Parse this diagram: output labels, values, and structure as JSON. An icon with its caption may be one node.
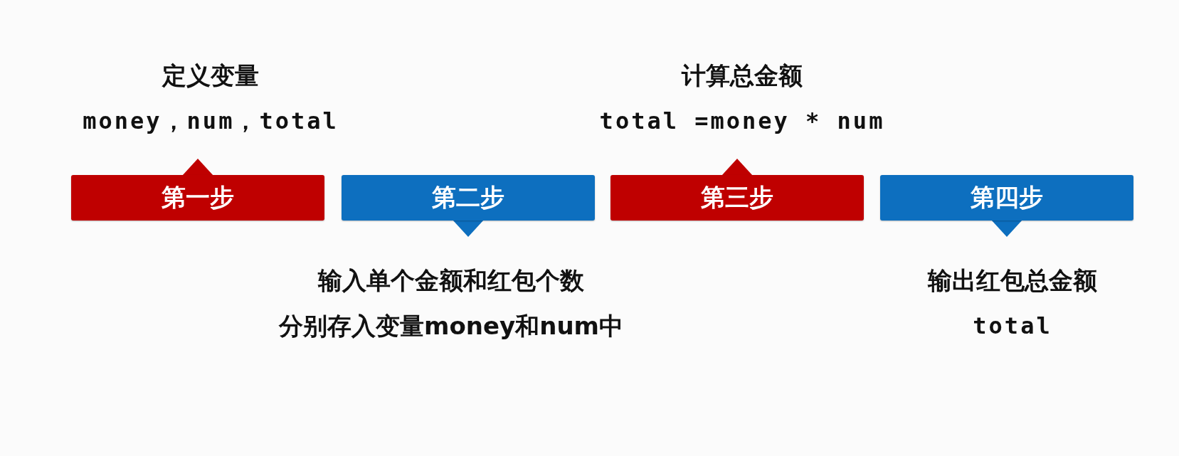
{
  "diagram": {
    "nodes": [
      {
        "text": [
          "第一步"
        ],
        "beside": [
          "定义变量",
          "money，num，total"
        ]
      },
      {
        "text": [
          "第二步"
        ],
        "beside": [
          "输入单个金额和红包个数",
          "分别存入变量money和num中"
        ]
      },
      {
        "text": [
          "第三步"
        ],
        "beside": [
          "计算总金额",
          "total =money * num"
        ]
      },
      {
        "text": [
          "第四步"
        ],
        "beside": [
          "输出红包总金额",
          "total"
        ]
      }
    ]
  }
}
